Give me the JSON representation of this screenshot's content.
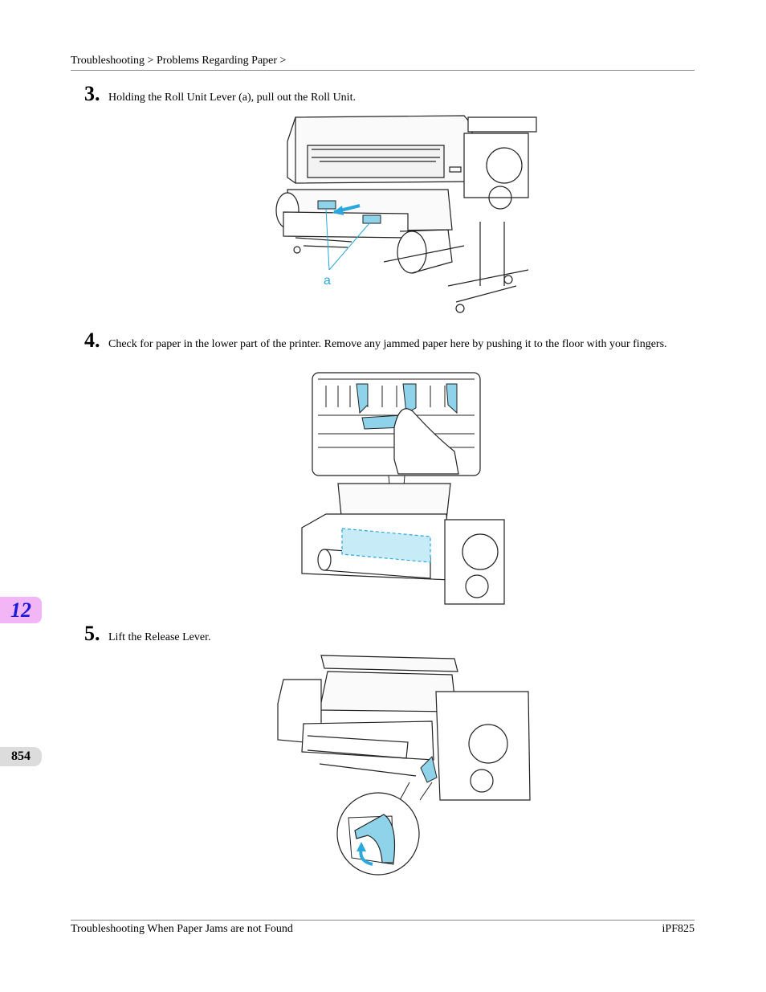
{
  "header": {
    "breadcrumb": "Troubleshooting > Problems Regarding Paper >"
  },
  "steps": [
    {
      "num": "3.",
      "text": "Holding the Roll Unit Lever (a), pull out the Roll Unit.",
      "callout": "a"
    },
    {
      "num": "4.",
      "text": "Check for paper in the lower part of the printer. Remove any jammed paper here by pushing it to the floor with your fingers."
    },
    {
      "num": "5.",
      "text": "Lift the Release Lever."
    }
  ],
  "side_tabs": {
    "chapter": "12",
    "page": "854"
  },
  "footer": {
    "left": "Troubleshooting When Paper Jams are not Found",
    "right": "iPF825"
  },
  "colors": {
    "accent": "#8fd3ea",
    "callout": "#2aa7dd",
    "chapter_tab": "#f2b6f7"
  }
}
